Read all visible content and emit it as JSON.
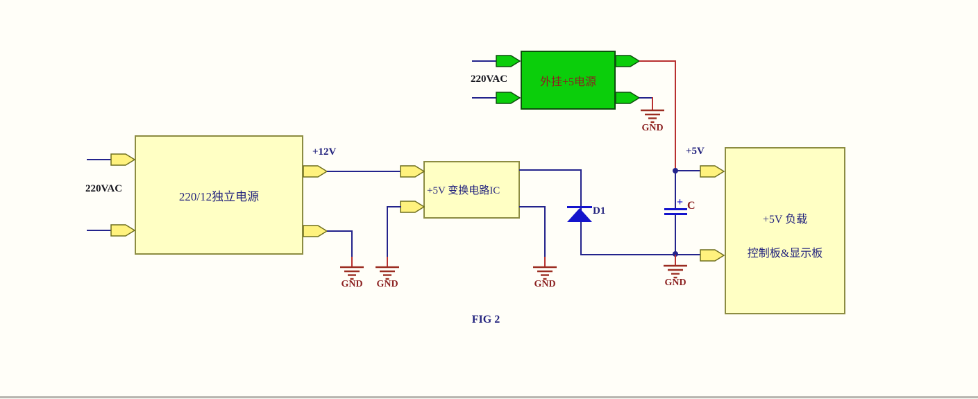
{
  "figure": {
    "caption": "FIG 2"
  },
  "labels": {
    "gnd": "GND",
    "v12": "+12V",
    "v5": "+5V"
  },
  "blocks": {
    "external_supply": {
      "label": "外挂+5电源",
      "input": "220VAC"
    },
    "main_supply": {
      "label": "220/12独立电源",
      "input": "220VAC"
    },
    "converter": {
      "label": "+5V 变换电路IC"
    },
    "load": {
      "line1": "+5V 负载",
      "line2": "控制板&显示板"
    }
  },
  "components": {
    "diode": "D1",
    "capacitor": "C",
    "capacitor_polarity": "+"
  },
  "colors": {
    "background": "#FFFEF8",
    "wire": "#23238C",
    "power_wire": "#B83030",
    "ground": "#9B2D22",
    "block_fill_yellow": "#FFFFC4",
    "block_border_yellow": "#8C8C42",
    "block_fill_green": "#0BCE0B",
    "block_border_green": "#0C4F0C",
    "component_blue": "#1414CC",
    "label_navy": "#23237E",
    "label_dark_red": "#8B2020"
  }
}
